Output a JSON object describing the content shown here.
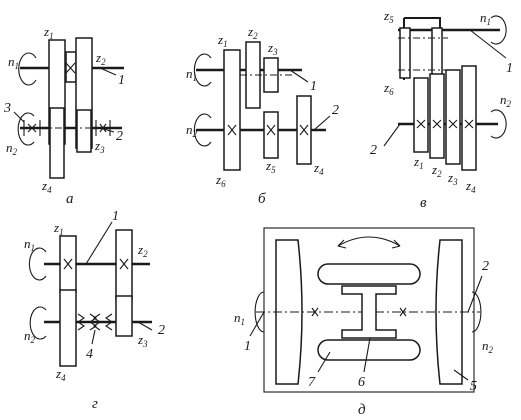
{
  "panels": {
    "a": {
      "caption": "а",
      "labels": {
        "z1": "z",
        "z1_sub": "1",
        "z2": "z",
        "z2_sub": "2",
        "z3": "z",
        "z3_sub": "3",
        "z4": "z",
        "z4_sub": "4",
        "n1": "n",
        "n1_sub": "1",
        "n2": "n",
        "n2_sub": "2",
        "p1": "1",
        "p2": "2",
        "p3": "3"
      }
    },
    "b": {
      "caption": "б",
      "labels": {
        "z1": "z",
        "z1_sub": "1",
        "z2": "z",
        "z2_sub": "2",
        "z3": "z",
        "z3_sub": "3",
        "z4": "z",
        "z4_sub": "4",
        "z5": "z",
        "z5_sub": "5",
        "z6": "z",
        "z6_sub": "6",
        "n1": "n",
        "n1_sub": "1",
        "n2": "n",
        "n2_sub": "2",
        "p1": "1",
        "p2": "2"
      }
    },
    "v": {
      "caption": "в",
      "labels": {
        "z1": "z",
        "z1_sub": "1",
        "z2": "z",
        "z2_sub": "2",
        "z3": "z",
        "z3_sub": "3",
        "z4": "z",
        "z4_sub": "4",
        "z5": "z",
        "z5_sub": "5",
        "z6": "z",
        "z6_sub": "6",
        "n1": "n",
        "n1_sub": "1",
        "n2": "n",
        "n2_sub": "2",
        "p1": "1",
        "p2": "2"
      }
    },
    "g": {
      "caption": "г",
      "labels": {
        "z1": "z",
        "z1_sub": "1",
        "z2": "z",
        "z2_sub": "2",
        "z3": "z",
        "z3_sub": "3",
        "z4": "z",
        "z4_sub": "4",
        "n1": "n",
        "n1_sub": "1",
        "n2": "n",
        "n2_sub": "2",
        "p1": "1",
        "p2": "2",
        "p4": "4"
      }
    },
    "d": {
      "caption": "д",
      "labels": {
        "n1": "n",
        "n1_sub": "1",
        "n2": "n",
        "n2_sub": "2",
        "p1": "1",
        "p2": "2",
        "p5": "5",
        "p6": "6",
        "p7": "7"
      }
    }
  }
}
